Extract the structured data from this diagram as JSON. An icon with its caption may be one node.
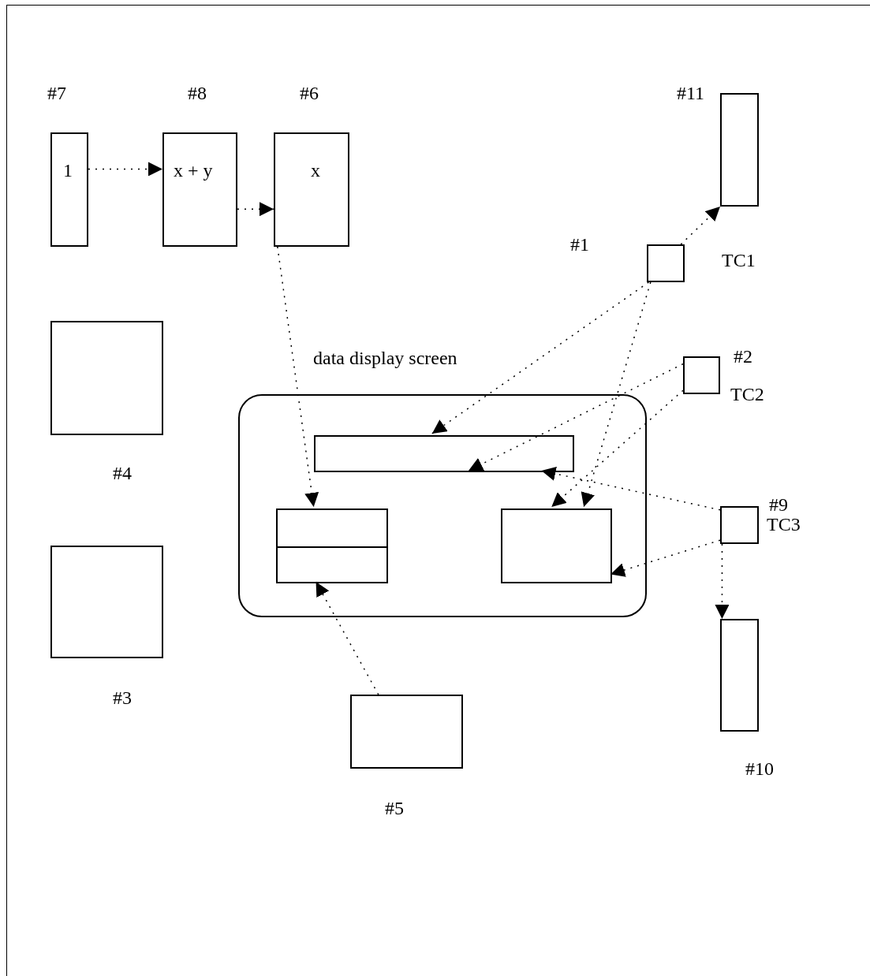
{
  "diagram": {
    "nodes": [
      {
        "text": [
          "#7",
          "1"
        ]
      },
      {
        "text": [
          "#8",
          "x + y"
        ]
      },
      {
        "text": [
          "#6",
          "x"
        ]
      },
      {
        "text": [
          "#11"
        ]
      },
      {
        "text": [
          "#1",
          "TC1"
        ]
      },
      {
        "text": [
          "#4"
        ]
      },
      {
        "text": [
          "data display screen"
        ]
      },
      {
        "text": [],
        "shape": "box",
        "in": 6
      },
      {
        "text": [],
        "shape": "box",
        "in": 6
      },
      {
        "text": [],
        "shape": "box",
        "in": 6
      },
      {
        "text": [
          "#2",
          "TC2"
        ]
      },
      {
        "text": [
          "#3"
        ]
      },
      {
        "text": [
          "#9",
          "TC3"
        ]
      },
      {
        "text": [
          "#5"
        ]
      },
      {
        "text": [
          "#10"
        ]
      }
    ],
    "edges": [
      {
        "from": 0,
        "to": 1,
        "arrow": "to"
      },
      {
        "from": 1,
        "to": 2,
        "arrow": "to"
      },
      {
        "from": 2,
        "to": 8,
        "arrow": "to"
      },
      {
        "from": 4,
        "to": 3,
        "arrow": "to"
      },
      {
        "from": 4,
        "to": 7,
        "arrow": "to"
      },
      {
        "from": 4,
        "to": 9,
        "arrow": "to"
      },
      {
        "from": 10,
        "to": 7,
        "arrow": "to"
      },
      {
        "from": 10,
        "to": 9,
        "arrow": "to"
      },
      {
        "from": 12,
        "to": 7,
        "arrow": "to"
      },
      {
        "from": 12,
        "to": 9,
        "arrow": "to"
      },
      {
        "from": 12,
        "to": 14,
        "arrow": "to"
      },
      {
        "from": 13,
        "to": 8,
        "arrow": "to"
      }
    ]
  }
}
